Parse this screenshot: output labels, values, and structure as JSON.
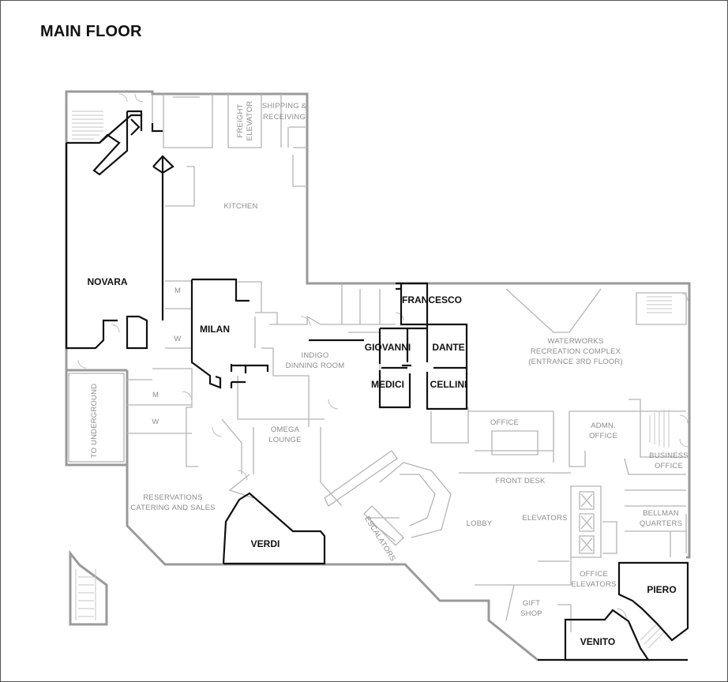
{
  "title": "MAIN FLOOR",
  "rooms": {
    "novara": "NOVARA",
    "milan": "MILAN",
    "francesco": "FRANCESCO",
    "giovanni": "GIOVANNI",
    "dante": "DANTE",
    "medici": "MEDICI",
    "cellini": "CELLINI",
    "verdi": "VERDI",
    "piero": "PIERO",
    "venito": "VENITO"
  },
  "areas": {
    "freight_elevator": [
      "FREIGHT",
      "ELEVATOR"
    ],
    "shipping_receiving": [
      "SHIPPING &",
      "RECEIVING"
    ],
    "kitchen": "KITCHEN",
    "m1": "M",
    "w1": "W",
    "m2": "M",
    "w2": "W",
    "indigo": [
      "INDIGO",
      "DINNING ROOM"
    ],
    "waterworks": [
      "WATERWORKS",
      "RECREATION COMPLEX",
      "(ENTRANCE 3RD FLOOR)"
    ],
    "to_underground": "TO UNDERGROUND",
    "omega": [
      "OMEGA",
      "LOUNGE"
    ],
    "office": "OFFICE",
    "admn_office": [
      "ADMN.",
      "OFFICE"
    ],
    "business_office": [
      "BUSINESS",
      "OFFICE"
    ],
    "front_desk": "FRONT DESK",
    "reservations": [
      "RESERVATIONS",
      "CATERING AND SALES"
    ],
    "lobby": "LOBBY",
    "elevators": "ELEVATORS",
    "bellman": [
      "BELLMAN",
      "QUARTERS"
    ],
    "escalators": "ESCALATORS",
    "office_elevators": [
      "OFFICE",
      "ELEVATORS"
    ],
    "gift_shop": [
      "GIFT",
      "SHOP"
    ]
  }
}
